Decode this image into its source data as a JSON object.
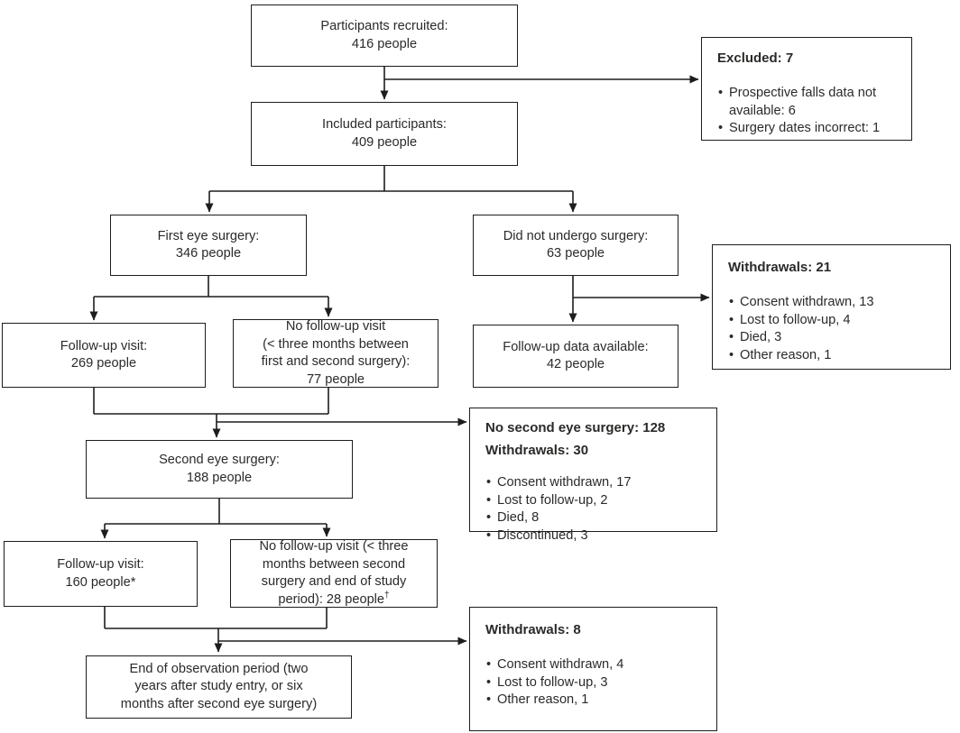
{
  "flowchart": {
    "colors": {
      "line": "#1d1d1b",
      "text": "#2b2a29",
      "background": "#ffffff"
    },
    "nodes": {
      "recruited": {
        "lines": [
          "Participants recruited:",
          "416 people"
        ]
      },
      "included": {
        "lines": [
          "Included participants:",
          "409 people"
        ]
      },
      "excluded": {
        "title": "Excluded: 7",
        "items": [
          "Prospective falls data not available: 6",
          "Surgery dates incorrect: 1"
        ]
      },
      "first_eye": {
        "lines": [
          "First eye surgery:",
          "346 people"
        ]
      },
      "no_surgery": {
        "lines": [
          "Did not undergo surgery:",
          "63 people"
        ]
      },
      "followup_1": {
        "lines": [
          "Follow-up visit:",
          "269 people"
        ]
      },
      "no_followup_1": {
        "lines": [
          "No follow-up visit",
          "(< three months between",
          "first and second surgery):",
          "77 people"
        ]
      },
      "followup_data": {
        "lines": [
          "Follow-up data available:",
          "42 people"
        ]
      },
      "withdrawals_21": {
        "title": "Withdrawals: 21",
        "items": [
          "Consent withdrawn, 13",
          "Lost to follow-up, 4",
          "Died, 3",
          "Other reason, 1"
        ]
      },
      "second_eye": {
        "lines": [
          "Second eye surgery:",
          "188 people"
        ]
      },
      "no_second_eye": {
        "title_line1": "No second eye surgery: 128",
        "title_line2": "Withdrawals: 30",
        "items": [
          "Consent withdrawn, 17",
          "Lost to follow-up, 2",
          "Died, 8",
          "Discontinued, 3"
        ]
      },
      "followup_2": {
        "lines": [
          "Follow-up visit:",
          "160 people*"
        ]
      },
      "no_followup_2": {
        "lines": [
          "No follow-up visit (< three",
          "months between second",
          "surgery and end of study"
        ],
        "last_line": "period): 28 people",
        "dagger": "†"
      },
      "withdrawals_8": {
        "title": "Withdrawals: 8",
        "items": [
          "Consent withdrawn, 4",
          "Lost to follow-up, 3",
          "Other reason, 1"
        ]
      },
      "end_observation": {
        "lines": [
          "End of observation period (two",
          "years after study entry, or six",
          "months after second eye surgery)"
        ]
      }
    }
  }
}
